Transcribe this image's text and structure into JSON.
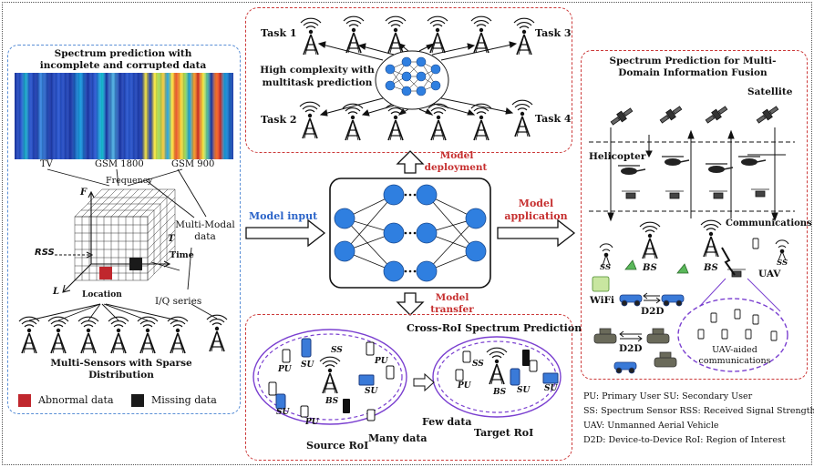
{
  "left_panel": {
    "title_line1": "Spectrum prediction with",
    "title_line2": "incomplete and corrupted data",
    "band_tv": "TV",
    "band_gsm1800": "GSM 1800",
    "band_gsm900": "GSM 900",
    "axis_frequency": "Frequency",
    "axis_f": "F",
    "axis_t": "T",
    "axis_l": "L",
    "axis_time": "Time",
    "axis_location": "Location",
    "rss_label": "RSS",
    "multimodal_line1": "Multi-Modal",
    "multimodal_line2": "data",
    "iq_series": "I/Q series",
    "sensors_line1": "Multi-Sensors with Sparse",
    "sensors_line2": "Distribution"
  },
  "legend": {
    "abnormal": "Abnormal data",
    "missing": "Missing data",
    "abnormal_color": "#c0272d",
    "missing_color": "#1a1a1a"
  },
  "top_panel": {
    "task1": "Task 1",
    "task2": "Task 2",
    "task3": "Task 3",
    "task4": "Task 4",
    "complexity_line1": "High complexity with",
    "complexity_line2": "multitask prediction"
  },
  "center": {
    "model_input": "Model input",
    "model_application_line1": "Model",
    "model_application_line2": "application",
    "model_deployment_line1": "Model",
    "model_deployment_line2": "deployment",
    "model_transfer_line1": "Model",
    "model_transfer_line2": "transfer",
    "node_color": "#2f7fe0"
  },
  "bottom_panel": {
    "title": "Cross-RoI Spectrum Prediction",
    "pu": "PU",
    "su": "SU",
    "ss": "SS",
    "bs": "BS",
    "source_roi": "Source RoI",
    "many_data": "Many data",
    "few_data": "Few data",
    "target_roi": "Target RoI"
  },
  "right_panel": {
    "title_line1": "Spectrum Prediction for  Multi-",
    "title_line2": "Domain Information Fusion",
    "satellite": "Satellite",
    "helicopter": "Helicopter",
    "communications": "Communications",
    "ss": "SS",
    "bs": "BS",
    "uav": "UAV",
    "wifi": "WiFi",
    "d2d_a": "D2D",
    "d2d_b": "D2D",
    "uav_aided_line1": "UAV-aided",
    "uav_aided_line2": "communications"
  },
  "abbreviations": {
    "line1": "PU: Primary User   SU: Secondary User",
    "line2": "SS: Spectrum Sensor  RSS: Received Signal Strength",
    "line3": "UAV: Unmanned Aerial Vehicle",
    "line4": "D2D: Device-to-Device  RoI: Region of Interest"
  }
}
